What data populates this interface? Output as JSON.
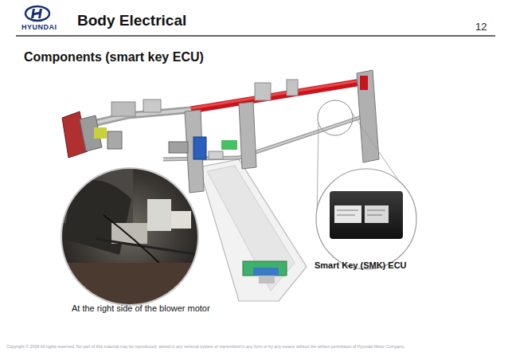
{
  "diagram": {
    "title": "Body Electrical",
    "labels": [
      "HYUNDAI",
      "12",
      "Components (smart key ECU)",
      "Smart Key (SMK) ECU",
      "At the right side of the blower motor",
      "Copyright © 2009 All rights reserved. No part of this material may be reproduced, stored in any retrieval system or transmitted in any form or by any means without the written permission of Hyundai Motor Company."
    ]
  }
}
